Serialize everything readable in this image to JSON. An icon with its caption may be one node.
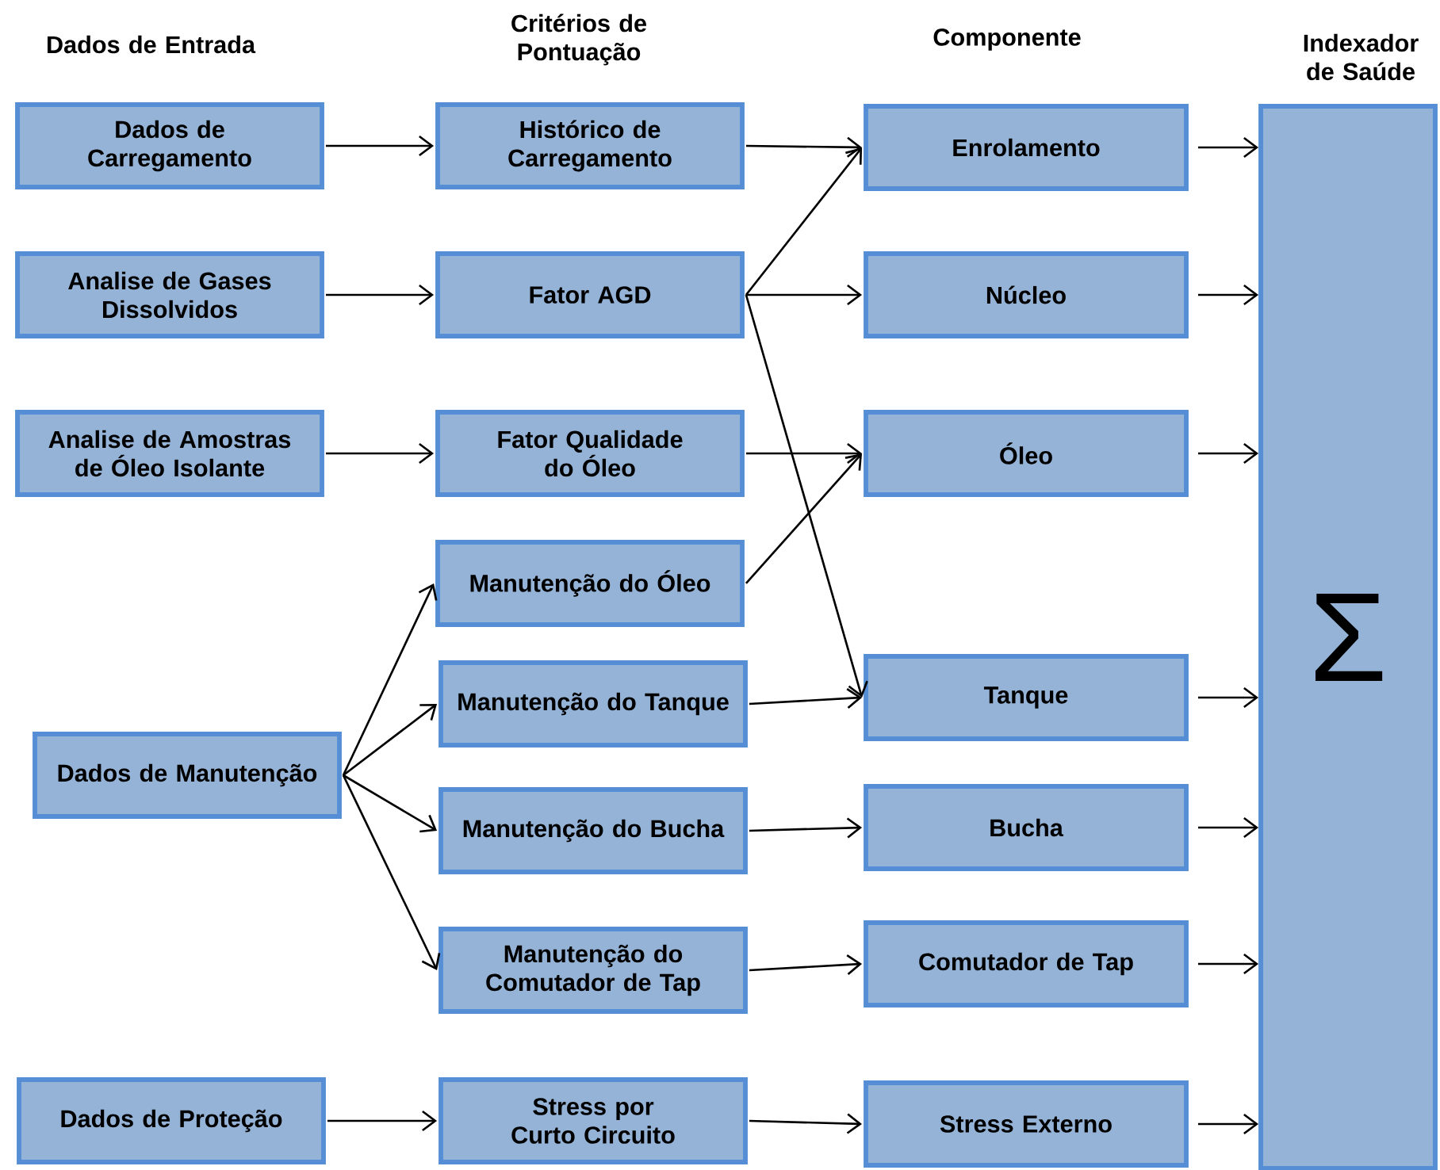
{
  "diagram": {
    "nodes": [
      {
        "text": [
          "Dados de Carregamento"
        ]
      },
      {
        "text": [
          "Analise de Gases Dissolvidos"
        ]
      },
      {
        "text": [
          "Analise de Amostras de Óleo Isolante"
        ]
      },
      {
        "text": [
          "Dados de Manutenção"
        ]
      },
      {
        "text": [
          "Dados de Proteção"
        ]
      },
      {
        "text": [
          "Histórico de Carregamento"
        ]
      },
      {
        "text": [
          "Fator AGD"
        ]
      },
      {
        "text": [
          "Fator Qualidade do Óleo"
        ]
      },
      {
        "text": [
          "Manutenção do Óleo"
        ]
      },
      {
        "text": [
          "Manutenção do Tanque"
        ]
      },
      {
        "text": [
          "Manutenção do Bucha"
        ]
      },
      {
        "text": [
          "Manutenção do Comutador de Tap"
        ]
      },
      {
        "text": [
          "Stress por Curto Circuito"
        ]
      },
      {
        "text": [
          "Enrolamento"
        ]
      },
      {
        "text": [
          "Núcleo"
        ]
      },
      {
        "text": [
          "Óleo"
        ]
      },
      {
        "text": [
          "Tanque"
        ]
      },
      {
        "text": [
          "Bucha"
        ]
      },
      {
        "text": [
          "Comutador de Tap"
        ]
      },
      {
        "text": [
          "Stress Externo"
        ]
      },
      {
        "text": [
          "Σ"
        ]
      }
    ],
    "edges": [
      {
        "from": 0,
        "to": 5,
        "arrow": "to"
      },
      {
        "from": 1,
        "to": 6,
        "arrow": "to"
      },
      {
        "from": 2,
        "to": 7,
        "arrow": "to"
      },
      {
        "from": 3,
        "to": 8,
        "arrow": "to"
      },
      {
        "from": 3,
        "to": 9,
        "arrow": "to"
      },
      {
        "from": 3,
        "to": 10,
        "arrow": "to"
      },
      {
        "from": 3,
        "to": 11,
        "arrow": "to"
      },
      {
        "from": 4,
        "to": 12,
        "arrow": "to"
      },
      {
        "from": 5,
        "to": 13,
        "arrow": "to"
      },
      {
        "from": 6,
        "to": 13,
        "arrow": "to"
      },
      {
        "from": 6,
        "to": 14,
        "arrow": "to"
      },
      {
        "from": 6,
        "to": 16,
        "arrow": "to"
      },
      {
        "from": 7,
        "to": 15,
        "arrow": "to"
      },
      {
        "from": 8,
        "to": 15,
        "arrow": "to"
      },
      {
        "from": 9,
        "to": 16,
        "arrow": "to"
      },
      {
        "from": 10,
        "to": 17,
        "arrow": "to"
      },
      {
        "from": 11,
        "to": 18,
        "arrow": "to"
      },
      {
        "from": 12,
        "to": 19,
        "arrow": "to"
      },
      {
        "from": 13,
        "to": 20,
        "arrow": "to"
      },
      {
        "from": 14,
        "to": 20,
        "arrow": "to"
      },
      {
        "from": 15,
        "to": 20,
        "arrow": "to"
      },
      {
        "from": 16,
        "to": 20,
        "arrow": "to"
      },
      {
        "from": 17,
        "to": 20,
        "arrow": "to"
      },
      {
        "from": 18,
        "to": 20,
        "arrow": "to"
      },
      {
        "from": 19,
        "to": 20,
        "arrow": "to"
      }
    ],
    "labels": [
      "Dados de Entrada",
      "Critérios de Pontuação",
      "Componente",
      "Indexador de Saúde"
    ]
  }
}
